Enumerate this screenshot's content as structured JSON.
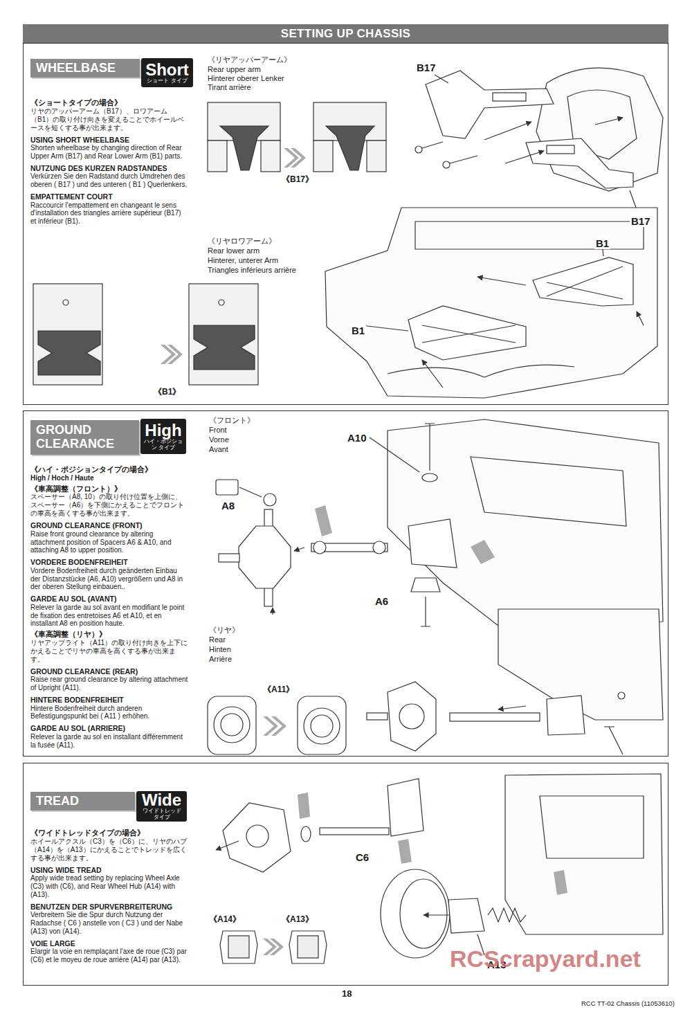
{
  "diagram": {
    "title": "SETTING UP CHASSIS",
    "nodes": [
      {
        "text": [
          "《ショートタイプの場合》",
          "リヤのアッパーアーム（B17）、ロワアーム（B1）の取り付け向きを変えることでホイールベースを短くする事が出来ます。",
          "USING SHORT WHEELBASE",
          "Shorten wheelbase by changing direction of Rear Upper Arm (B17) and Rear Lower Arm (B1) parts.",
          "NUTZUNG DES KURZEN RADSTANDES",
          "Verkürzen Sie den Radstand durch Umdrehen des oberen ( B17 ) und des unteren ( B1 ) Querlenkers.",
          "EMPATTEMENT COURT",
          "Raccourcir l'empattement en changeant le sens d'installation des triangles arrière supérieur (B17) et inférieur (B1)."
        ]
      },
      {
        "text": [
          "WHEELBASE"
        ],
        "in": 0
      },
      {
        "text": [
          "Short",
          "ショート タイプ"
        ],
        "in": 0
      },
      {
        "text": [
          "《ハイ・ポジションタイプの場合》",
          "High / Hoch / Haute",
          "《車高調整（フロント）》",
          "スペーサー（A8, 10）の取り付け位置を上側に、スペーサー（A6）を下側にかえることでフロントの車高を高くする事が出来ます。",
          "GROUND CLEARANCE (FRONT)",
          "Raise front ground clearance by altering attachment position of Spacers A6 & A10, and attaching A8 to upper position.",
          "VORDERE BODENFREIHEIT",
          "Vordere Bodenfreiheit durch geänderten Einbau der Distanzstücke (A6, A10) vergrößern und A8 in der oberen Stellung einbauen..",
          "GARDE AU SOL (AVANT)",
          "Relever la garde au sol avant en modifiant le point de fixation des entretoises A6 et A10, et en installant A8 en position haute.",
          "《車高調整（リヤ）》",
          "リヤアップライト（A11）の取り付け向きを上下にかえることでリヤの車高を高くする事が出来ます。",
          "GROUND CLEARANCE (REAR)",
          "Raise rear ground clearance by altering attachment of Upright (A11).",
          "HINTERE BODENFREIHEIT",
          "Hintere Bodenfreiheit durch anderen Befestigungspunkt bei ( A11 ) erhöhen.",
          "GARDE AU SOL (ARRIERE)",
          "Relever la garde au sol en installant différemment la fusée (A11)."
        ]
      },
      {
        "text": [
          "GROUND CLEARANCE"
        ],
        "in": 3
      },
      {
        "text": [
          "High",
          "ハイ・ポジション タイプ"
        ],
        "in": 3
      },
      {
        "text": [
          "《ワイドトレッドタイプの場合》",
          "ホイールアクスル（C3）を（C6）に、リヤのハブ（A14）を（A13）にかえることでトレッドを広くする事が出来ます。",
          "USING WIDE TREAD",
          "Apply wide tread setting by replacing Wheel Axle (C3) with (C6), and Rear Wheel Hub (A14) with (A13).",
          "BENUTZEN DER SPURVERBREITERUNG",
          "Verbreitern Sie die Spur durch Nutzung der Radachse ( C6 ) anstelle von ( C3 ) und der Nabe (A13) von (A14).",
          "VOIE LARGE",
          "Elargir la voie en remplaçant l'axe de roue (C3) par (C6) et le moyeu de roue arrière (A14) par (A13)."
        ]
      },
      {
        "text": [
          "TREAD"
        ],
        "in": 6
      },
      {
        "text": [
          "Wide",
          "ワイドトレッド タイプ"
        ],
        "in": 6
      }
    ],
    "labels": [
      "《リヤアッパーアーム》",
      "Rear upper arm",
      "Hinterer oberer Lenker",
      "Tirant arrière",
      "《B17》",
      "B17",
      "B17",
      "《リヤロワアーム》",
      "Rear lower arm",
      "Hinterer, unterer Arm",
      "Triangles inférieurs arrière",
      "B1",
      "B1",
      "《B1》",
      "《フロント》",
      "Front",
      "Vorne",
      "Avant",
      "A10",
      "A8",
      "A6",
      "《リヤ》",
      "Rear",
      "Hinten",
      "Arrière",
      "《A11》",
      "C6",
      "《A14》",
      "《A13》",
      "A13",
      "18",
      "RCC TT-02 Chassis (11053610)",
      "RCScrapyard.net"
    ]
  }
}
